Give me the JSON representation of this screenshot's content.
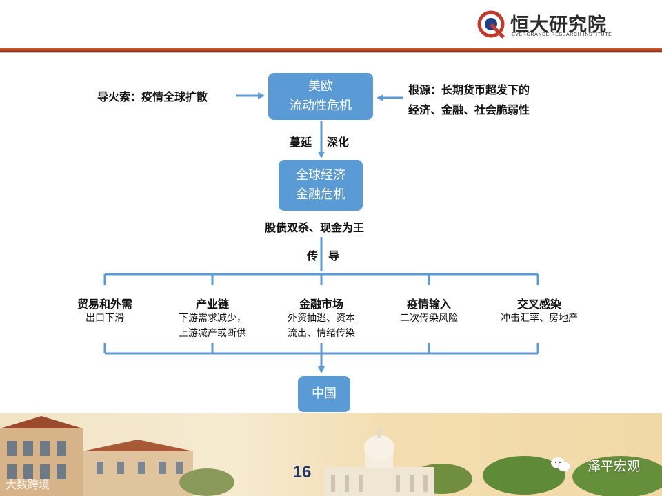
{
  "header": {
    "brand_cn": "恒大研究院",
    "brand_en": "EVERGRANDE RESEARCH INSTITUTE",
    "accent_color": "#c0392b"
  },
  "diagram": {
    "trigger_text": "导火索：疫情全球扩散",
    "root_line1": "根源：长期货币超发下的",
    "root_line2": "经济、金融、社会脆弱性",
    "box1_line1": "美欧",
    "box1_line2": "流动性危机",
    "edge1_left": "蔓延",
    "edge1_right": "深化",
    "box2_line1": "全球经济",
    "box2_line2": "金融危机",
    "below_box2": "股债双杀、现金为王",
    "edge2_left": "传",
    "edge2_right": "导",
    "channels": [
      {
        "title": "贸易和外需",
        "line1": "出口下滑",
        "line2": ""
      },
      {
        "title": "产业链",
        "line1": "下游需求减少，",
        "line2": "上游减产或断供"
      },
      {
        "title": "金融市场",
        "line1": "外资抽逃、资本",
        "line2": "流出、情绪传染"
      },
      {
        "title": "疫情输入",
        "line1": "二次传染风险",
        "line2": ""
      },
      {
        "title": "交叉感染",
        "line1": "冲击汇率、房地产",
        "line2": ""
      }
    ],
    "target_box": "中国",
    "box_color": "#5b9bd5",
    "line_color": "#5b9bd5"
  },
  "footer": {
    "page_number": "16",
    "watermark": "泽平宏观",
    "watermark2": "大数跨境"
  }
}
